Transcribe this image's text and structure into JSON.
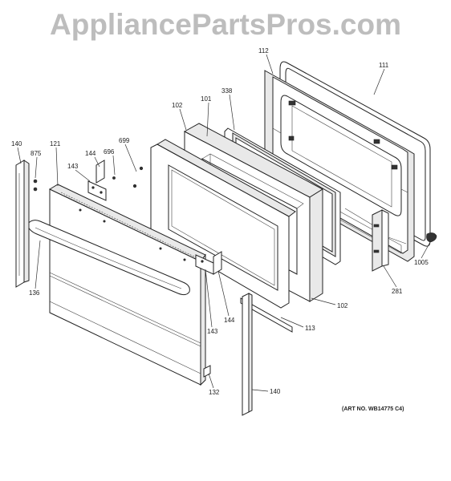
{
  "watermark": "AppliancePartsPros.com",
  "art_no": "(ART NO. WB14775 C4)",
  "callouts": [
    {
      "id": "c-112",
      "text": "112"
    },
    {
      "id": "c-111",
      "text": "111"
    },
    {
      "id": "c-338",
      "text": "338"
    },
    {
      "id": "c-102a",
      "text": "102"
    },
    {
      "id": "c-101",
      "text": "101"
    },
    {
      "id": "c-699",
      "text": "699"
    },
    {
      "id": "c-696",
      "text": "696"
    },
    {
      "id": "c-144a",
      "text": "144"
    },
    {
      "id": "c-143a",
      "text": "143"
    },
    {
      "id": "c-140a",
      "text": "140"
    },
    {
      "id": "c-875",
      "text": "875"
    },
    {
      "id": "c-121",
      "text": "121"
    },
    {
      "id": "c-136",
      "text": "136"
    },
    {
      "id": "c-143b",
      "text": "143"
    },
    {
      "id": "c-144b",
      "text": "144"
    },
    {
      "id": "c-113",
      "text": "113"
    },
    {
      "id": "c-102b",
      "text": "102"
    },
    {
      "id": "c-1005",
      "text": "1005"
    },
    {
      "id": "c-281",
      "text": "281"
    },
    {
      "id": "c-132",
      "text": "132"
    },
    {
      "id": "c-140b",
      "text": "140"
    }
  ]
}
